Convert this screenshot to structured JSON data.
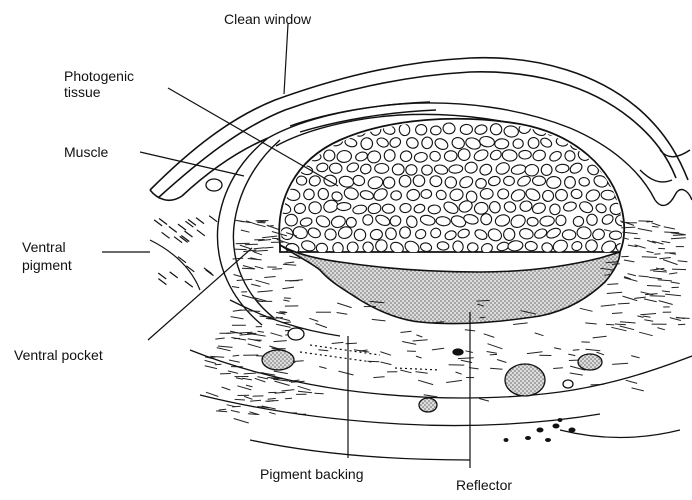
{
  "figure": {
    "labels": {
      "clean_window": "Clean window",
      "photogenic_line1": "Photogenic",
      "photogenic_line2": "tissue",
      "muscle": "Muscle",
      "ventral_pigment_line1": "Ventral",
      "ventral_pigment_line2": "pigment",
      "ventral_pocket": "Ventral pocket",
      "pigment_backing": "Pigment backing",
      "reflector": "Reflector"
    },
    "colors": {
      "ink": "#111111",
      "reflector_fill": "#c8c8c8",
      "background": "#ffffff"
    }
  }
}
